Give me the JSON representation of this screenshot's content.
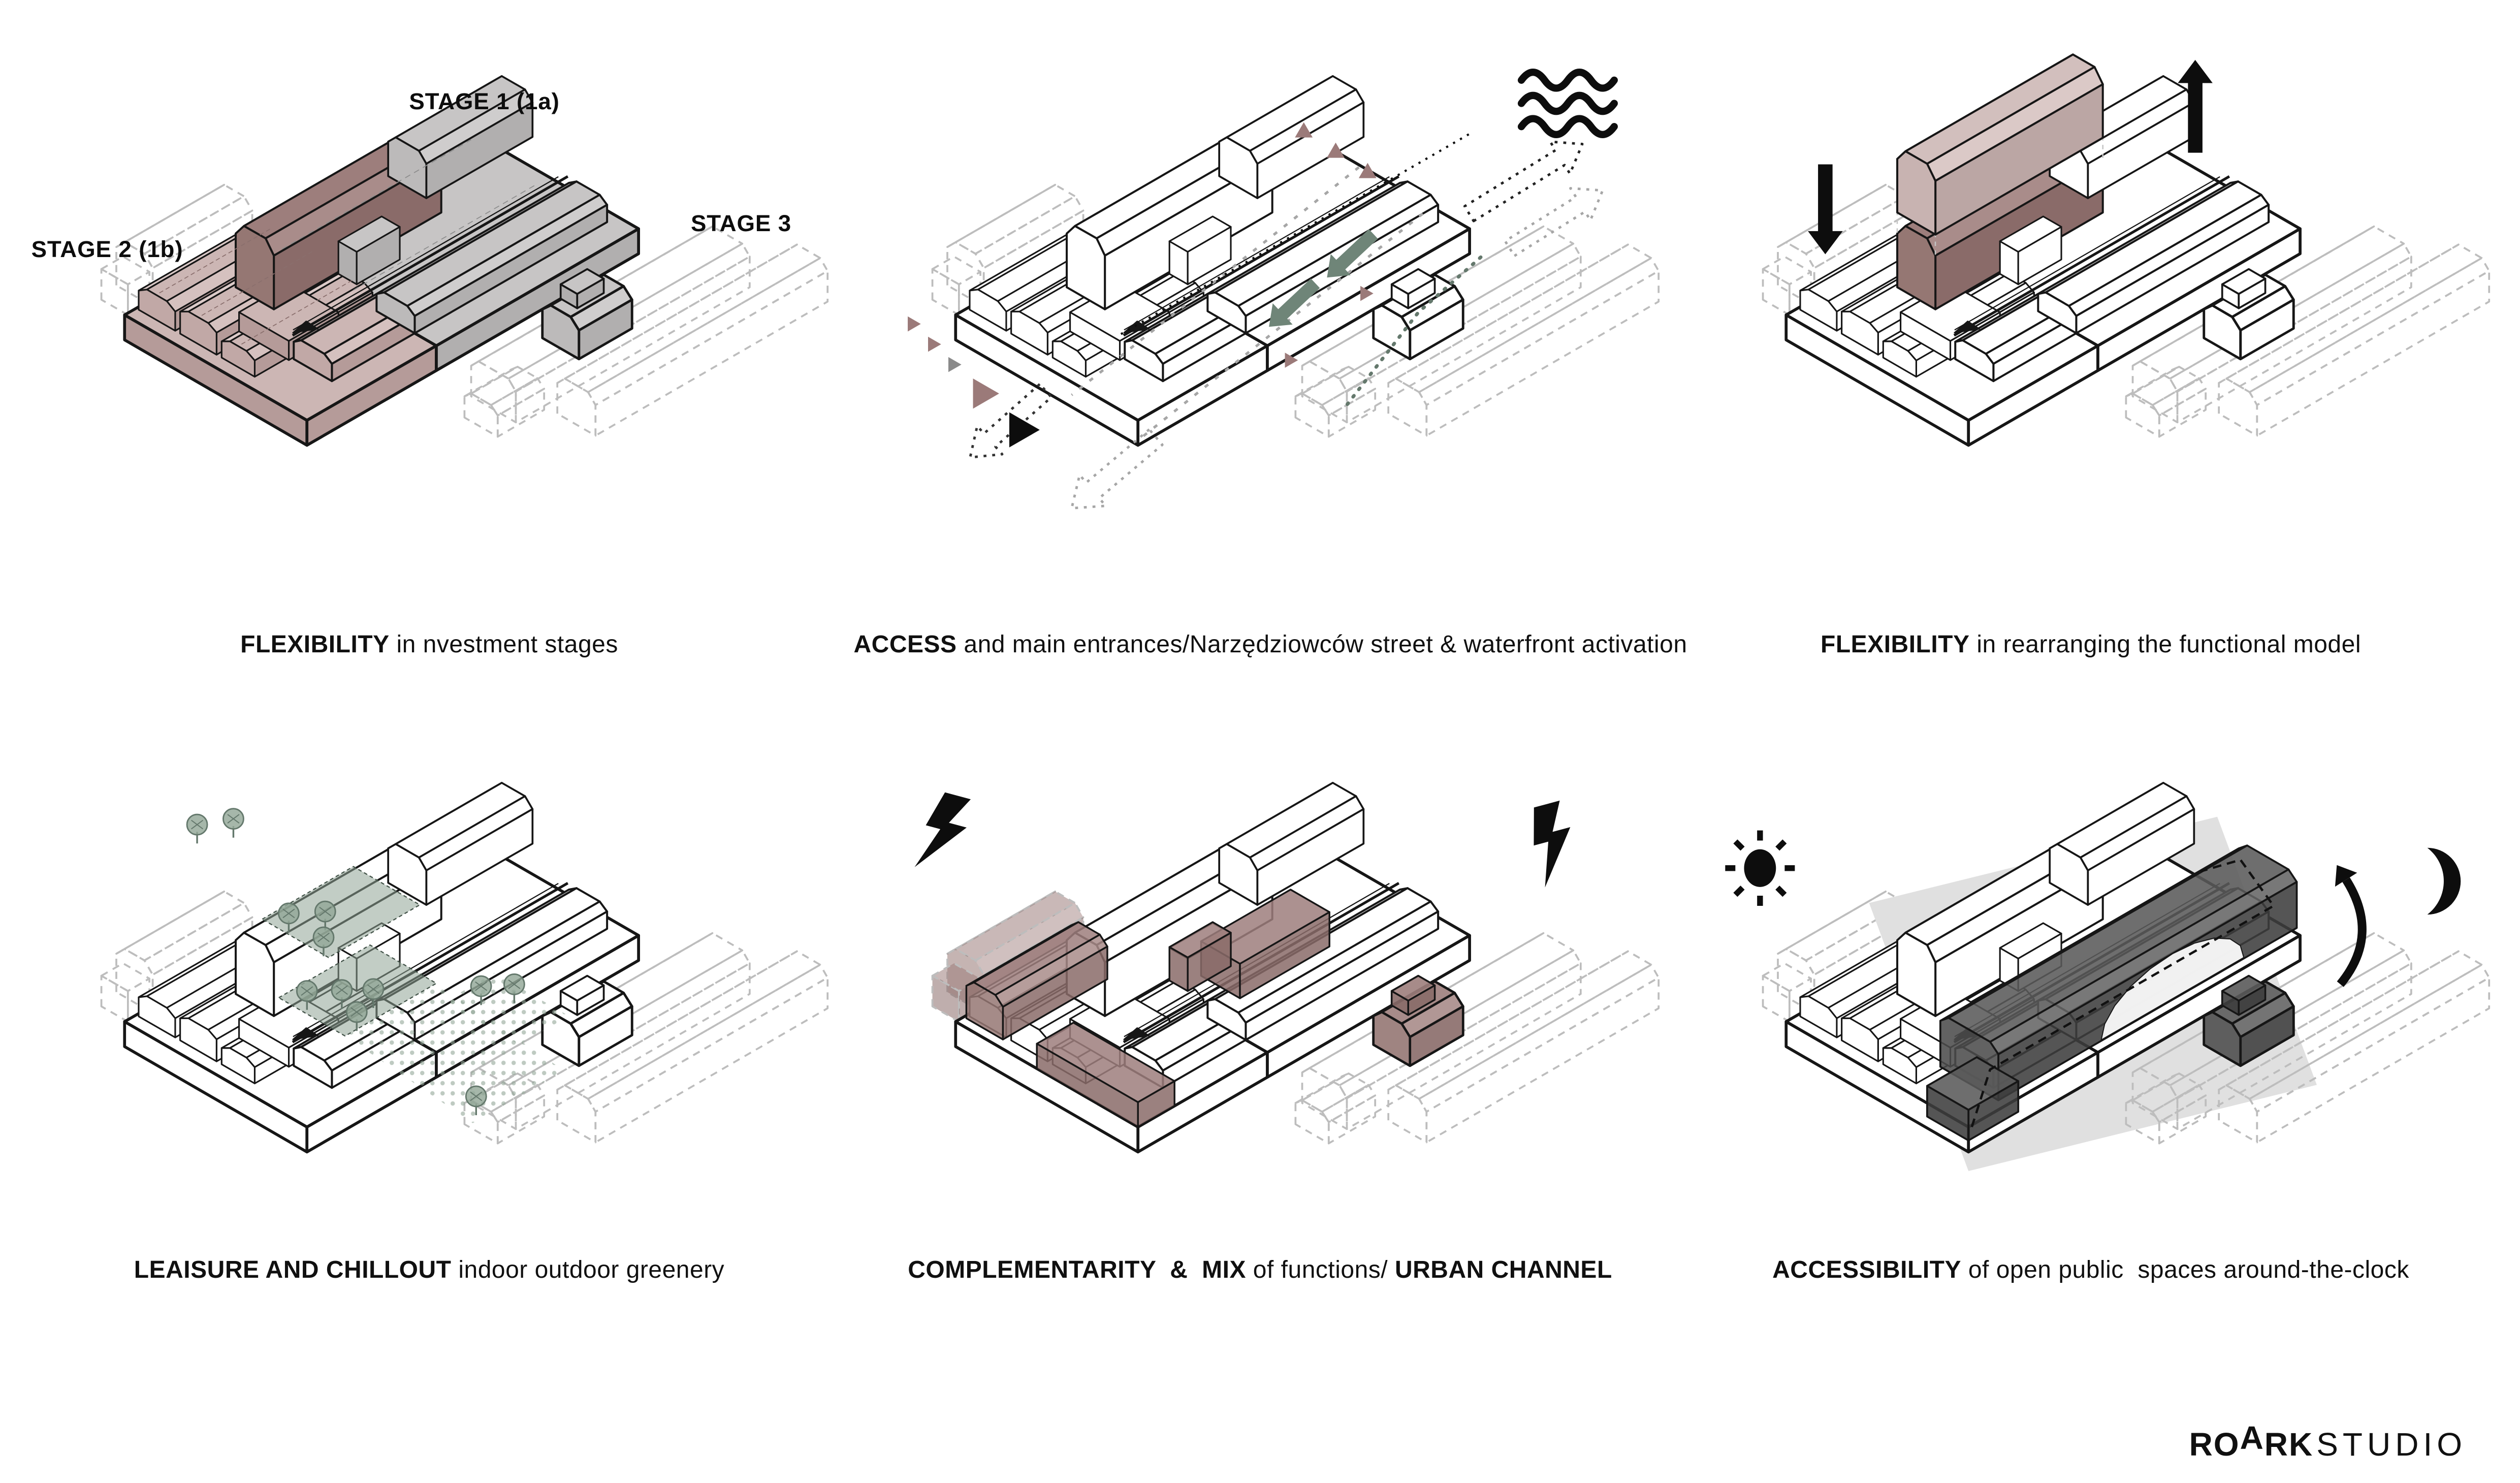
{
  "panels": [
    {
      "id": "flexibility-stages",
      "caption": {
        "bold": "FLEXIBILITY",
        "rest": " in nvestment stages"
      },
      "labels": {
        "stage1": "STAGE 1 (1a)",
        "stage2": "STAGE 2 (1b)",
        "stage3": "STAGE 3"
      },
      "icons": []
    },
    {
      "id": "access",
      "caption": {
        "bold": "ACCESS",
        "rest": " and main entrances/Narzędziowców street & waterfront activation"
      },
      "icons": [
        "waves-icon",
        "entrance-triangles",
        "green-entrance-arrows",
        "dotted-route-arrows"
      ]
    },
    {
      "id": "flexibility-model",
      "caption": {
        "bold": "FLEXIBILITY",
        "rest": " in rearranging the functional model"
      },
      "icons": [
        "up-arrow-icon",
        "down-arrow-icon",
        "floating-building-block"
      ]
    },
    {
      "id": "leisure",
      "caption": {
        "bold": "LEAISURE AND CHILLOUT",
        "rest": " indoor outdoor greenery"
      },
      "icons": [
        "tree-icon",
        "green-zone-overlay",
        "halftone-texture"
      ]
    },
    {
      "id": "mix",
      "caption": {
        "bold": "COMPLEMENTARITY  &  MIX",
        "rest": " of functions/ ",
        "bold2": "URBAN CHANNEL"
      },
      "icons": [
        "lightning-icon",
        "highlight-volumes"
      ]
    },
    {
      "id": "accessibility",
      "caption": {
        "bold": "ACCESSIBILITY",
        "rest": " of open public  spaces around-the-clock"
      },
      "icons": [
        "sun-icon",
        "moon-icon",
        "curved-arrow-icon",
        "public-plane"
      ]
    }
  ],
  "logo": {
    "start": "RO",
    "raised": "A",
    "mid": "RK",
    "light": "STUDIO"
  },
  "colors": {
    "line": "#161616",
    "ink": "#0d0d0d",
    "dashed": "#bdbdbd",
    "plane": "#e0e0e0",
    "sage": "#93a797",
    "sage_dark": "#64786c",
    "sage_fill": "rgba(143,164,150,0.55)",
    "green_arrow": "#6f8578",
    "mauve_accent": "#9b7a79",
    "gray_accent": "#8a8a8a",
    "dot_gray": "#a6a6a6"
  },
  "palettes": {
    "white": {
      "top": "#ffffff",
      "front": "#ffffff",
      "end": "#ffffff",
      "frontch": "#ffffff",
      "backch": "#ffffff",
      "left": "#ffffff"
    },
    "pink": {
      "top": "#ccb6b4",
      "front": "#b59b99",
      "end": "#c1a8a6",
      "frontch": "#d5c1bf",
      "backch": "#dccbc9",
      "left": "#b59b99"
    },
    "pink_light": {
      "top": "#d2bfbd",
      "front": "#bba6a4",
      "end": "#c8b3b1",
      "frontch": "#dbc9c7",
      "backch": "#e0d0ce",
      "left": "#bba6a4"
    },
    "mauve": {
      "top": "#9d7e7c",
      "front": "#8a6b69",
      "end": "#957773",
      "frontch": "#a98c8a",
      "backch": "#b29795",
      "left": "#8a6b69"
    },
    "gray": {
      "top": "#c7c5c5",
      "front": "#b1afaf",
      "end": "#bcbaba",
      "frontch": "#cfcdcd",
      "backch": "#d4d2d2",
      "left": "#b1afaf"
    },
    "dark": {
      "top": "#5a5a5a",
      "front": "#3e3e3e",
      "end": "#4c4c4c",
      "frontch": "#656565",
      "backch": "#707070",
      "left": "#3e3e3e"
    },
    "none": {
      "top": "none",
      "front": "none",
      "end": "none",
      "frontch": "none",
      "backch": "none",
      "left": "none"
    }
  }
}
